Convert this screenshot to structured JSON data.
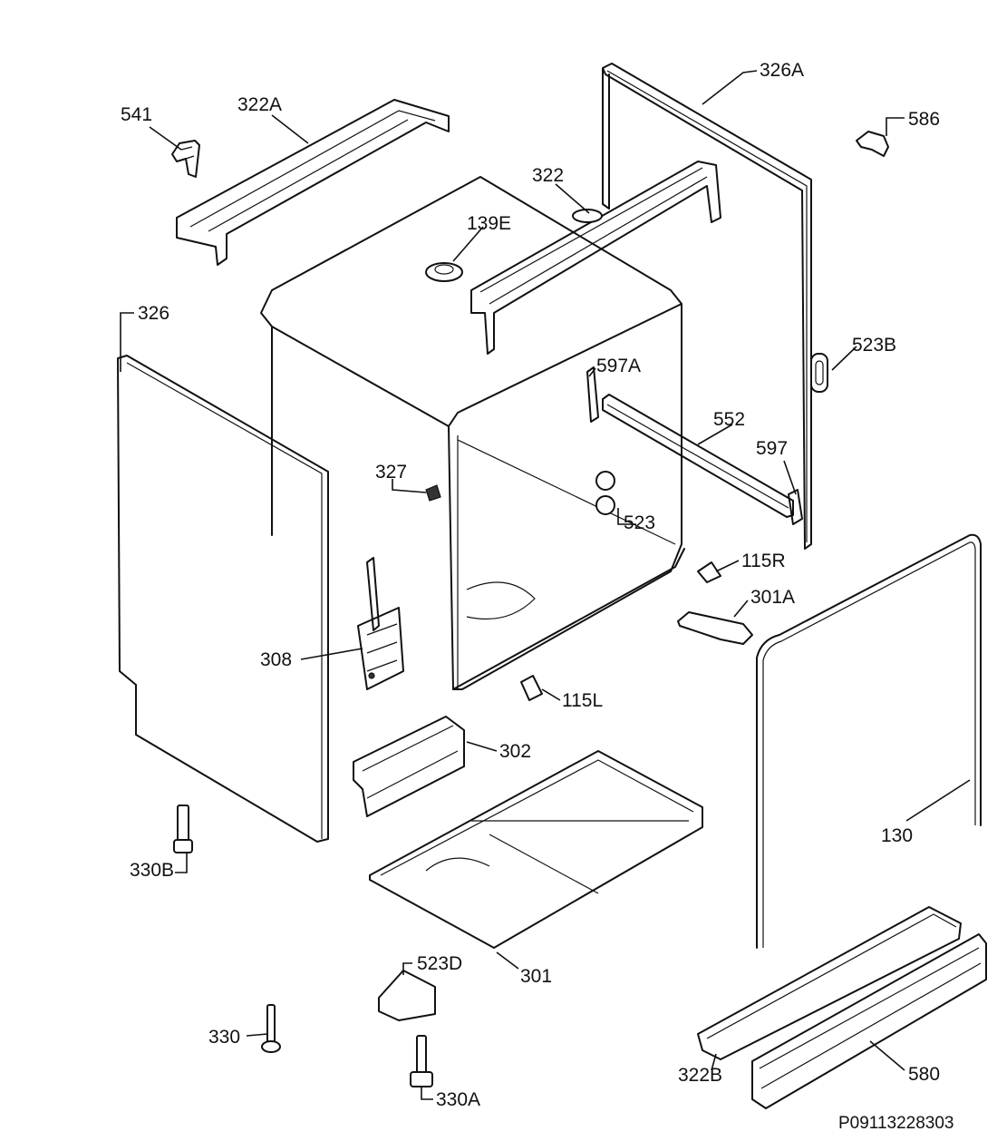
{
  "callouts": {
    "c541": "541",
    "c322A": "322A",
    "c326A": "326A",
    "c586": "586",
    "c322": "322",
    "c139E": "139E",
    "c326": "326",
    "c523B": "523B",
    "c597A": "597A",
    "c552": "552",
    "c597": "597",
    "c327": "327",
    "c523": "523",
    "c115R": "115R",
    "c301A": "301A",
    "c308": "308",
    "c115L": "115L",
    "c302": "302",
    "c130": "130",
    "c330B": "330B",
    "c523D": "523D",
    "c301": "301",
    "c330": "330",
    "c322B": "322B",
    "c580": "580",
    "c330A": "330A"
  },
  "document_ref": "P09113228303"
}
